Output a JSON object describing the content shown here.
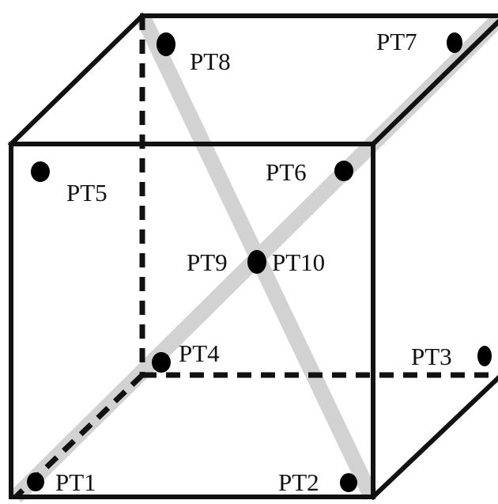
{
  "diagram": {
    "colors": {
      "edge": "#111111",
      "diagonal": "#cfcfcf",
      "point": "#000000",
      "label": "#111111"
    },
    "points": [
      {
        "id": "pt1",
        "label": "PT1"
      },
      {
        "id": "pt2",
        "label": "PT2"
      },
      {
        "id": "pt3",
        "label": "PT3"
      },
      {
        "id": "pt4",
        "label": "PT4"
      },
      {
        "id": "pt5",
        "label": "PT5"
      },
      {
        "id": "pt6",
        "label": "PT6"
      },
      {
        "id": "pt7",
        "label": "PT7"
      },
      {
        "id": "pt8",
        "label": "PT8"
      },
      {
        "id": "pt9",
        "label": "PT9"
      },
      {
        "id": "pt10",
        "label": "PT10"
      }
    ]
  }
}
